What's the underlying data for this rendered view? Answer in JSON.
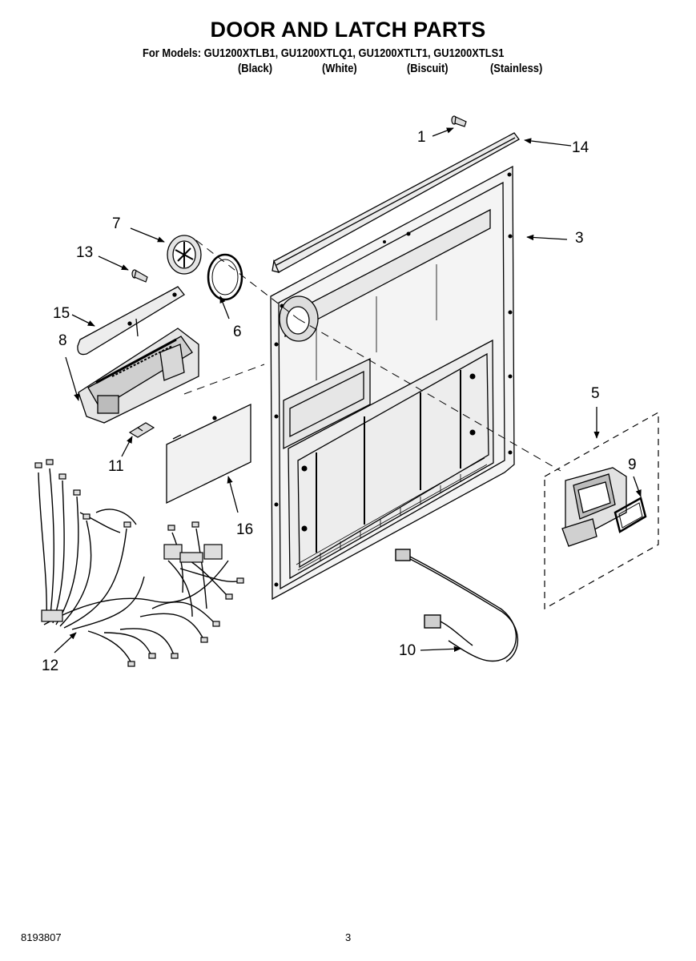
{
  "header": {
    "title": "DOOR AND LATCH PARTS",
    "models_line": "For Models: GU1200XTLB1, GU1200XTLQ1, GU1200XTLT1, GU1200XTLS1",
    "variants": [
      "(Black)",
      "(White)",
      "(Biscuit)",
      "(Stainless)"
    ]
  },
  "callouts": {
    "c1": "1",
    "c3": "3",
    "c5": "5",
    "c6": "6",
    "c7": "7",
    "c8": "8",
    "c9": "9",
    "c10": "10",
    "c11": "11",
    "c12": "12",
    "c13": "13",
    "c14": "14",
    "c15": "15",
    "c16": "16"
  },
  "footer": {
    "doc_number": "8193807",
    "page_number": "3"
  }
}
